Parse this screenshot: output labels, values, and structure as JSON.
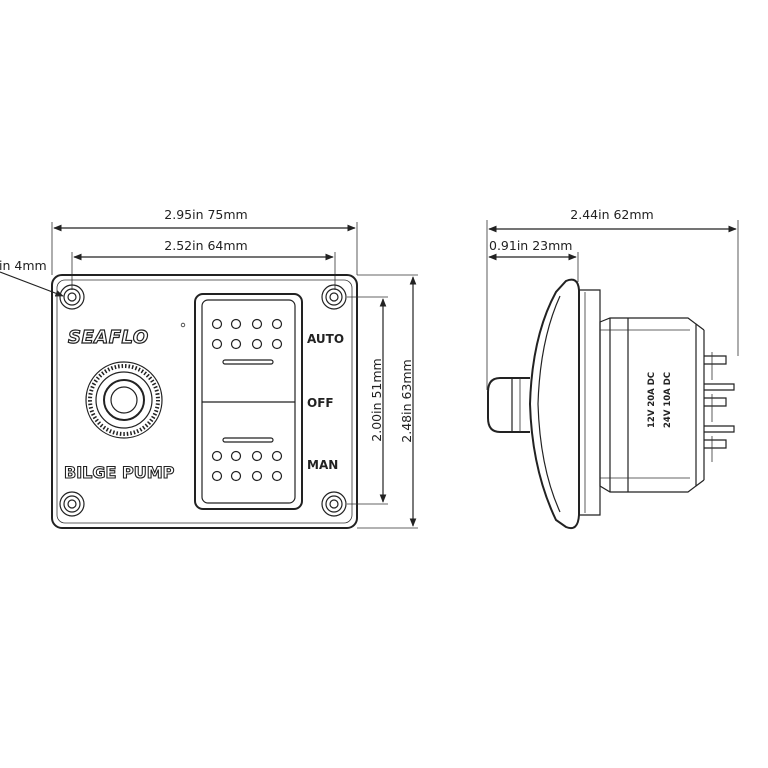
{
  "front_view": {
    "brand_logo": "SEAFLO",
    "panel_label": "BILGE PUMP",
    "switch_positions": [
      "AUTO",
      "OFF",
      "MAN"
    ],
    "dimensions": {
      "overall_width": "2.95in 75mm",
      "hole_spacing_width": "2.52in 64mm",
      "hole_diameter": "in 4mm",
      "hole_spacing_height": "2.00in 51mm",
      "overall_height": "2.48in 63mm"
    }
  },
  "side_view": {
    "dimensions": {
      "overall_depth": "2.44in 62mm",
      "front_depth": "0.91in 23mm"
    },
    "rating_lines": [
      "12V  20A  DC",
      "24V  10A  DC"
    ]
  }
}
